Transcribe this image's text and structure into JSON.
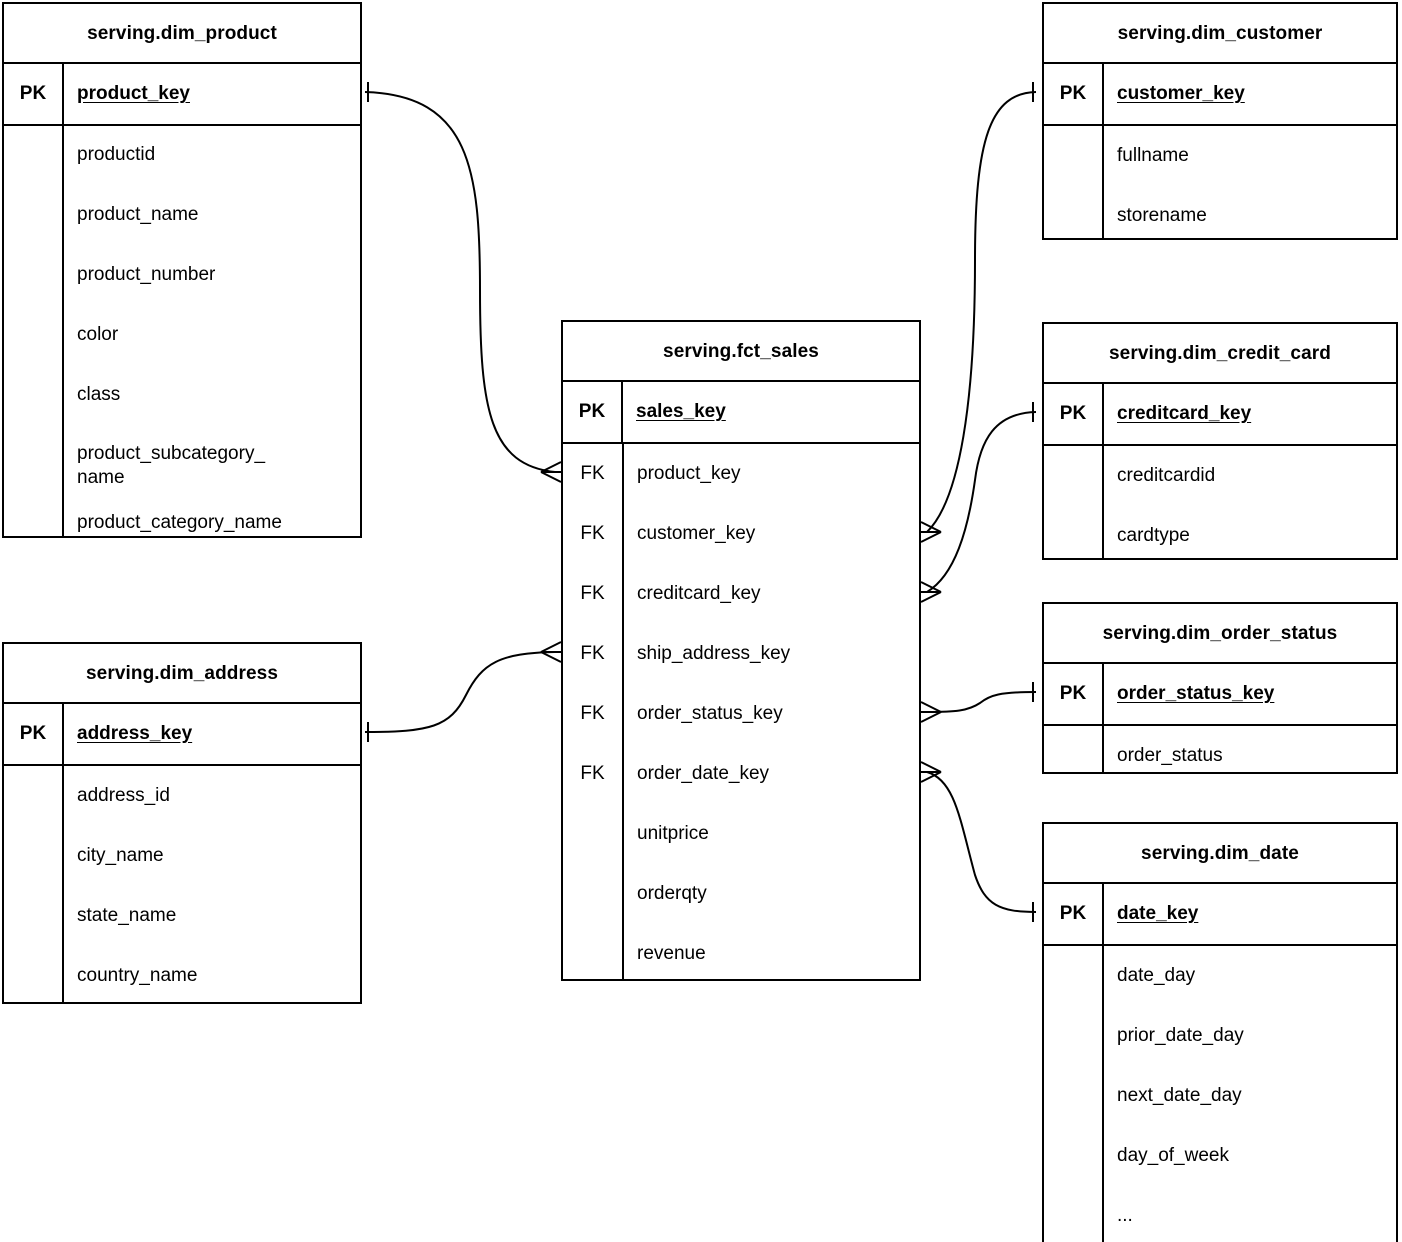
{
  "diagram": {
    "type": "entity-relationship-diagram",
    "notation": "crow's foot",
    "background": "#ffffff",
    "line_color": "#000000",
    "pk_tag": "PK",
    "fk_tag": "FK"
  },
  "entities": {
    "dim_product": {
      "title": "serving.dim_product",
      "pk_tag": "PK",
      "pk_name": "product_key",
      "attributes": [
        "productid",
        "product_name",
        "product_number",
        "color",
        "class",
        "product_subcategory_\nname",
        "product_category_name"
      ]
    },
    "dim_address": {
      "title": "serving.dim_address",
      "pk_tag": "PK",
      "pk_name": "address_key",
      "attributes": [
        "address_id",
        "city_name",
        "state_name",
        "country_name"
      ]
    },
    "fct_sales": {
      "title": "serving.fct_sales",
      "pk_tag": "PK",
      "pk_name": "sales_key",
      "columns": [
        {
          "tag": "FK",
          "name": "product_key"
        },
        {
          "tag": "FK",
          "name": "customer_key"
        },
        {
          "tag": "FK",
          "name": "creditcard_key"
        },
        {
          "tag": "FK",
          "name": "ship_address_key"
        },
        {
          "tag": "FK",
          "name": "order_status_key"
        },
        {
          "tag": "FK",
          "name": "order_date_key"
        },
        {
          "tag": "",
          "name": "unitprice"
        },
        {
          "tag": "",
          "name": "orderqty"
        },
        {
          "tag": "",
          "name": "revenue"
        }
      ]
    },
    "dim_customer": {
      "title": "serving.dim_customer",
      "pk_tag": "PK",
      "pk_name": "customer_key",
      "attributes": [
        "fullname",
        "storename"
      ]
    },
    "dim_credit_card": {
      "title": "serving.dim_credit_card",
      "pk_tag": "PK",
      "pk_name": "creditcard_key",
      "attributes": [
        "creditcardid",
        "cardtype"
      ]
    },
    "dim_order_status": {
      "title": "serving.dim_order_status",
      "pk_tag": "PK",
      "pk_name": "order_status_key",
      "attributes": [
        "order_status"
      ]
    },
    "dim_date": {
      "title": "serving.dim_date",
      "pk_tag": "PK",
      "pk_name": "date_key",
      "attributes": [
        "date_day",
        "prior_date_day",
        "next_date_day",
        "day_of_week",
        "..."
      ]
    }
  },
  "relationships": [
    {
      "from": "dim_product.product_key",
      "to": "fct_sales.product_key",
      "from_card": "one",
      "to_card": "many"
    },
    {
      "from": "dim_address.address_key",
      "to": "fct_sales.ship_address_key",
      "from_card": "one",
      "to_card": "many"
    },
    {
      "from": "dim_customer.customer_key",
      "to": "fct_sales.customer_key",
      "from_card": "one",
      "to_card": "many"
    },
    {
      "from": "dim_credit_card.creditcard_key",
      "to": "fct_sales.creditcard_key",
      "from_card": "one",
      "to_card": "many"
    },
    {
      "from": "dim_order_status.order_status_key",
      "to": "fct_sales.order_status_key",
      "from_card": "one",
      "to_card": "many"
    },
    {
      "from": "dim_date.date_key",
      "to": "fct_sales.order_date_key",
      "from_card": "one",
      "to_card": "many"
    }
  ]
}
